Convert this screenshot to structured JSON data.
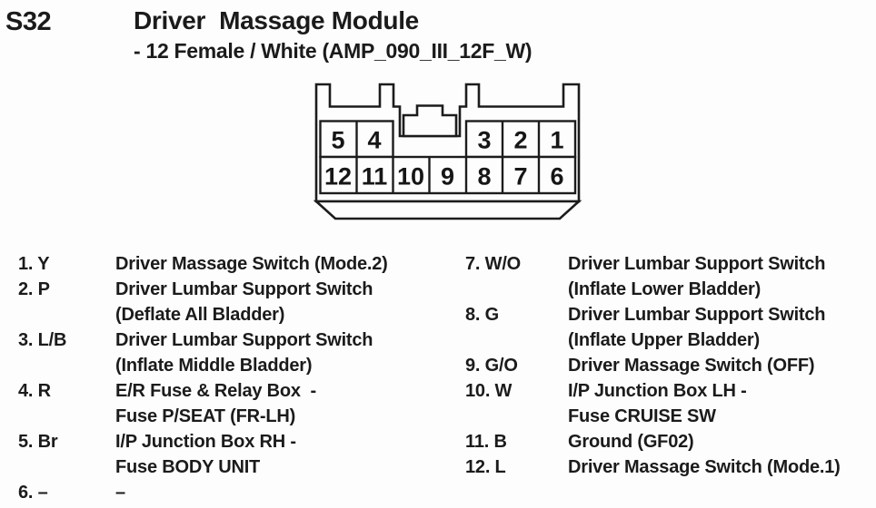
{
  "header": {
    "connector_id": "S32",
    "title": "Driver  Massage Module",
    "subtitle": "- 12 Female / White (AMP_090_III_12F_W)"
  },
  "colors": {
    "background": "#fdfdfd",
    "ink": "#1b1b1b",
    "diagram_line": "#1c1c1c"
  },
  "connector": {
    "top_row": [
      "5",
      "4",
      "3",
      "2",
      "1"
    ],
    "bottom_row": [
      "12",
      "11",
      "10",
      "9",
      "8",
      "7",
      "6"
    ]
  },
  "pins": {
    "left": [
      {
        "label": "1. Y",
        "lines": [
          "Driver Massage Switch (Mode.2)"
        ]
      },
      {
        "label": "2. P",
        "lines": [
          "Driver Lumbar Support Switch",
          "(Deflate All Bladder)"
        ]
      },
      {
        "label": "3. L/B",
        "lines": [
          "Driver Lumbar Support Switch",
          "(Inflate Middle Bladder)"
        ]
      },
      {
        "label": "4. R",
        "lines": [
          "E/R Fuse & Relay Box  -",
          "Fuse P/SEAT (FR-LH)"
        ]
      },
      {
        "label": "5. Br",
        "lines": [
          "I/P Junction Box RH -",
          "Fuse BODY UNIT"
        ]
      },
      {
        "label": "6. –",
        "lines": [
          "–"
        ]
      }
    ],
    "right": [
      {
        "label": "7. W/O",
        "lines": [
          "Driver Lumbar Support Switch",
          "(Inflate Lower Bladder)"
        ]
      },
      {
        "label": "8. G",
        "lines": [
          "Driver Lumbar Support Switch",
          "(Inflate Upper Bladder)"
        ]
      },
      {
        "label": "9. G/O",
        "lines": [
          "Driver Massage Switch (OFF)"
        ]
      },
      {
        "label": "10. W",
        "lines": [
          "I/P Junction Box LH -",
          "Fuse CRUISE SW"
        ]
      },
      {
        "label": "11. B",
        "lines": [
          "Ground (GF02)"
        ]
      },
      {
        "label": "12. L",
        "lines": [
          "Driver Massage Switch (Mode.1)"
        ]
      }
    ]
  }
}
